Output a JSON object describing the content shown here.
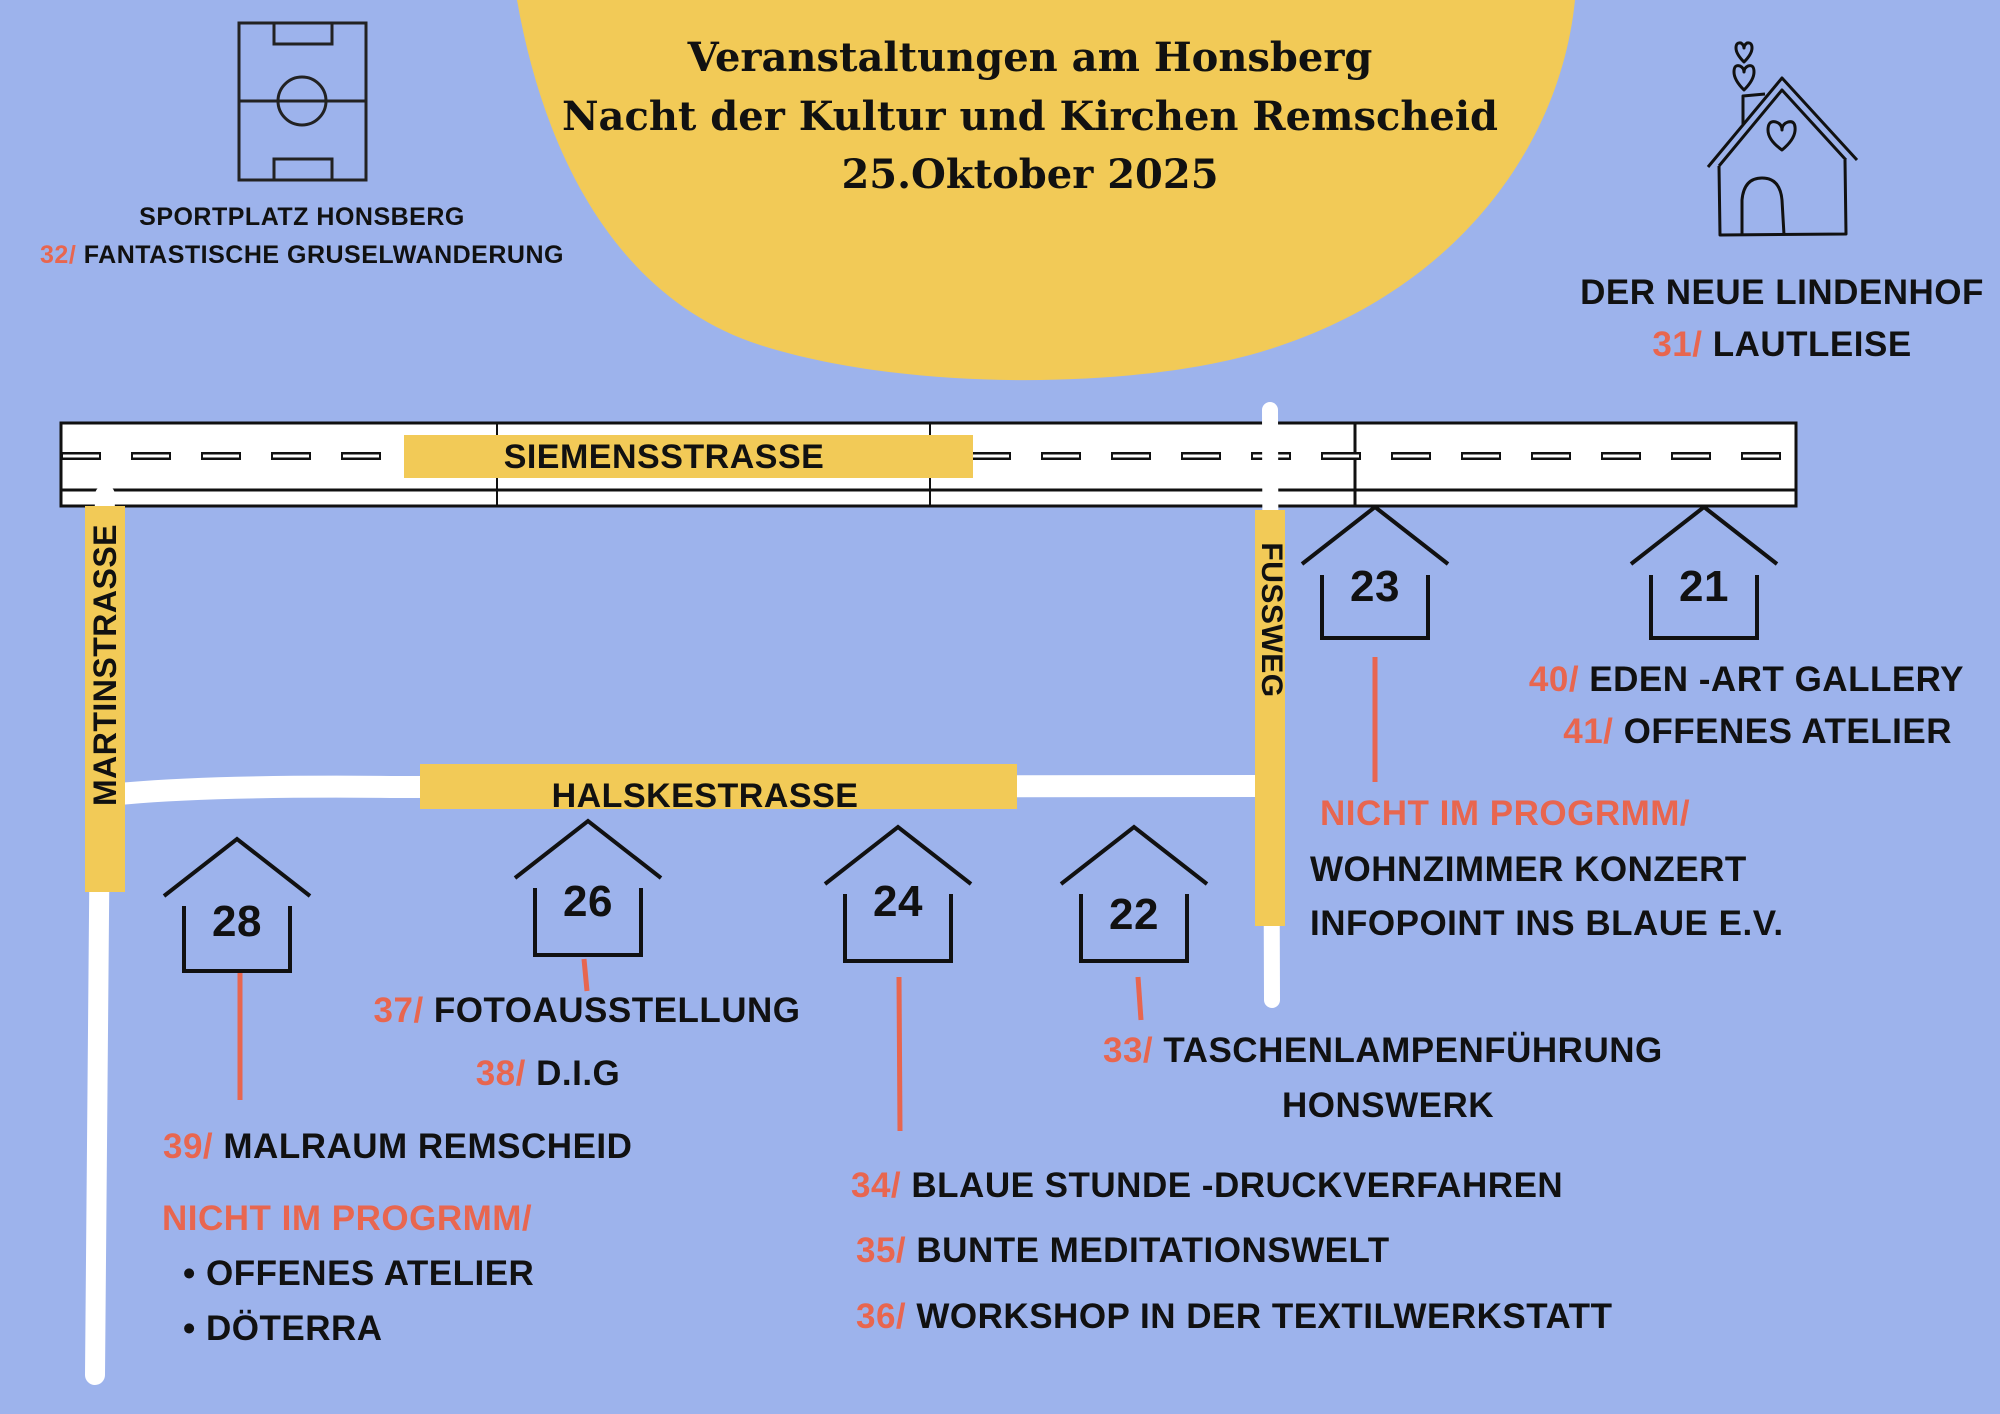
{
  "title": {
    "line1": "Veranstaltungen am Honsberg",
    "line2": "Nacht der Kultur und Kirchen Remscheid",
    "line3": "25.Oktober 2025"
  },
  "colors": {
    "background": "#9db3ec",
    "yellow": "#f2ca57",
    "accent": "#e8664f"
  },
  "sportplatz": {
    "name": "SPORTPLATZ HONSBERG",
    "num": "32/",
    "event": "FANTASTISCHE GRUSELWANDERUNG"
  },
  "lindenhof": {
    "name": "DER NEUE LINDENHOF",
    "num": "31/",
    "event": "LAUTLEISE"
  },
  "streets": {
    "siemens": "SIEMENSSTRASSE",
    "martin": "MARTINSTRASSE",
    "halske": "HALSKESTRASSE",
    "fussweg": "FUSSWEG"
  },
  "houses": {
    "h23": "23",
    "h21": "21",
    "h28": "28",
    "h26": "26",
    "h24": "24",
    "h22": "22"
  },
  "house21": [
    {
      "num": "40/",
      "event": "EDEN -ART GALLERY"
    },
    {
      "num": "41/",
      "event": "OFFENES ATELIER"
    }
  ],
  "house23": {
    "note": "NICHT IM PROGRMM/",
    "items": [
      "WOHNZIMMER KONZERT",
      "INFOPOINT INS BLAUE E.V."
    ]
  },
  "house26": [
    {
      "num": "37/",
      "event": "FOTOAUSSTELLUNG"
    },
    {
      "num": "38/",
      "event": "D.I.G"
    }
  ],
  "house22": {
    "num": "33/",
    "event": "TASCHENLAMPENFÜHRUNG",
    "event2": "HONSWERK"
  },
  "house28": {
    "num": "39/",
    "event": "MALRAUM REMSCHEID",
    "note": "NICHT IM PROGRMM/",
    "items": [
      "OFFENES ATELIER",
      "DÖTERRA"
    ]
  },
  "house24": [
    {
      "num": "34/",
      "event": "BLAUE STUNDE -DRUCKVERFAHREN"
    },
    {
      "num": "35/",
      "event": "BUNTE MEDITATIONSWELT"
    },
    {
      "num": "36/",
      "event": "WORKSHOP IN DER TEXTILWERKSTATT"
    }
  ]
}
